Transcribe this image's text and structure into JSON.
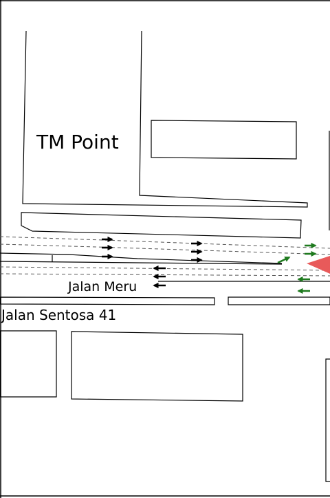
{
  "labels": {
    "building": "TM Point",
    "road_main": "Jalan Meru",
    "road_side": "Jalan Sentosa 41"
  },
  "colors": {
    "line": "#000000",
    "arrow_black": "#000000",
    "arrow_green": "#1e7a1e",
    "marker": "#e85a5a"
  },
  "legend_icons": [
    "arrow-right-icon",
    "arrow-left-icon",
    "arrow-up-right-icon",
    "red-triangle-marker"
  ]
}
